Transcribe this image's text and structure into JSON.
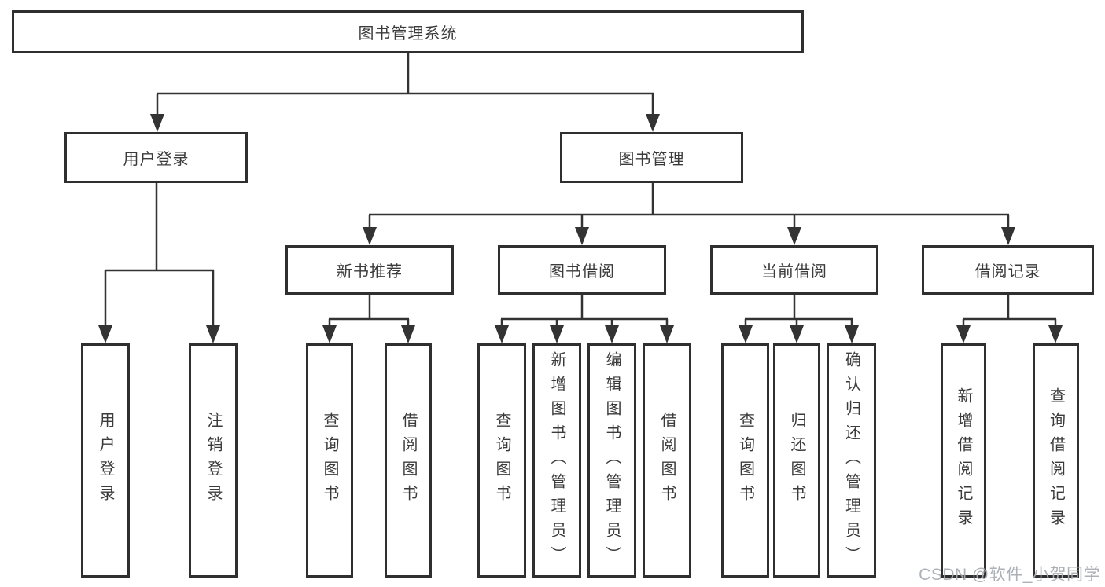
{
  "nodes": {
    "root": "图书管理系统",
    "userLogin": "用户登录",
    "bookManagement": "图书管理",
    "login": "用户登录",
    "logout": "注销登录",
    "newBooks": "新书推荐",
    "bookBorrow": "图书借阅",
    "currentBorrow": "当前借阅",
    "borrowRecords": "借阅记录",
    "newBooksQuery": "查询图书",
    "newBooksBorrow": "借阅图书",
    "borrowQuery": "查询图书",
    "borrowAdd": "新增图书（管理员）",
    "borrowEdit": "编辑图书（管理员）",
    "borrowBorrow": "借阅图书",
    "currentQuery": "查询图书",
    "currentReturn": "归还图书",
    "currentConfirmReturn": "确认归还（管理员）",
    "recordsAdd": "新增借阅记录",
    "recordsQuery": "查询借阅记录"
  },
  "watermark": "CSDN @软件_小贺同学",
  "colors": {
    "line": "#333333",
    "border": "#2f2f2f",
    "text": "#3b3b3b",
    "watermark": "#a8adb3",
    "background": "#ffffff"
  }
}
